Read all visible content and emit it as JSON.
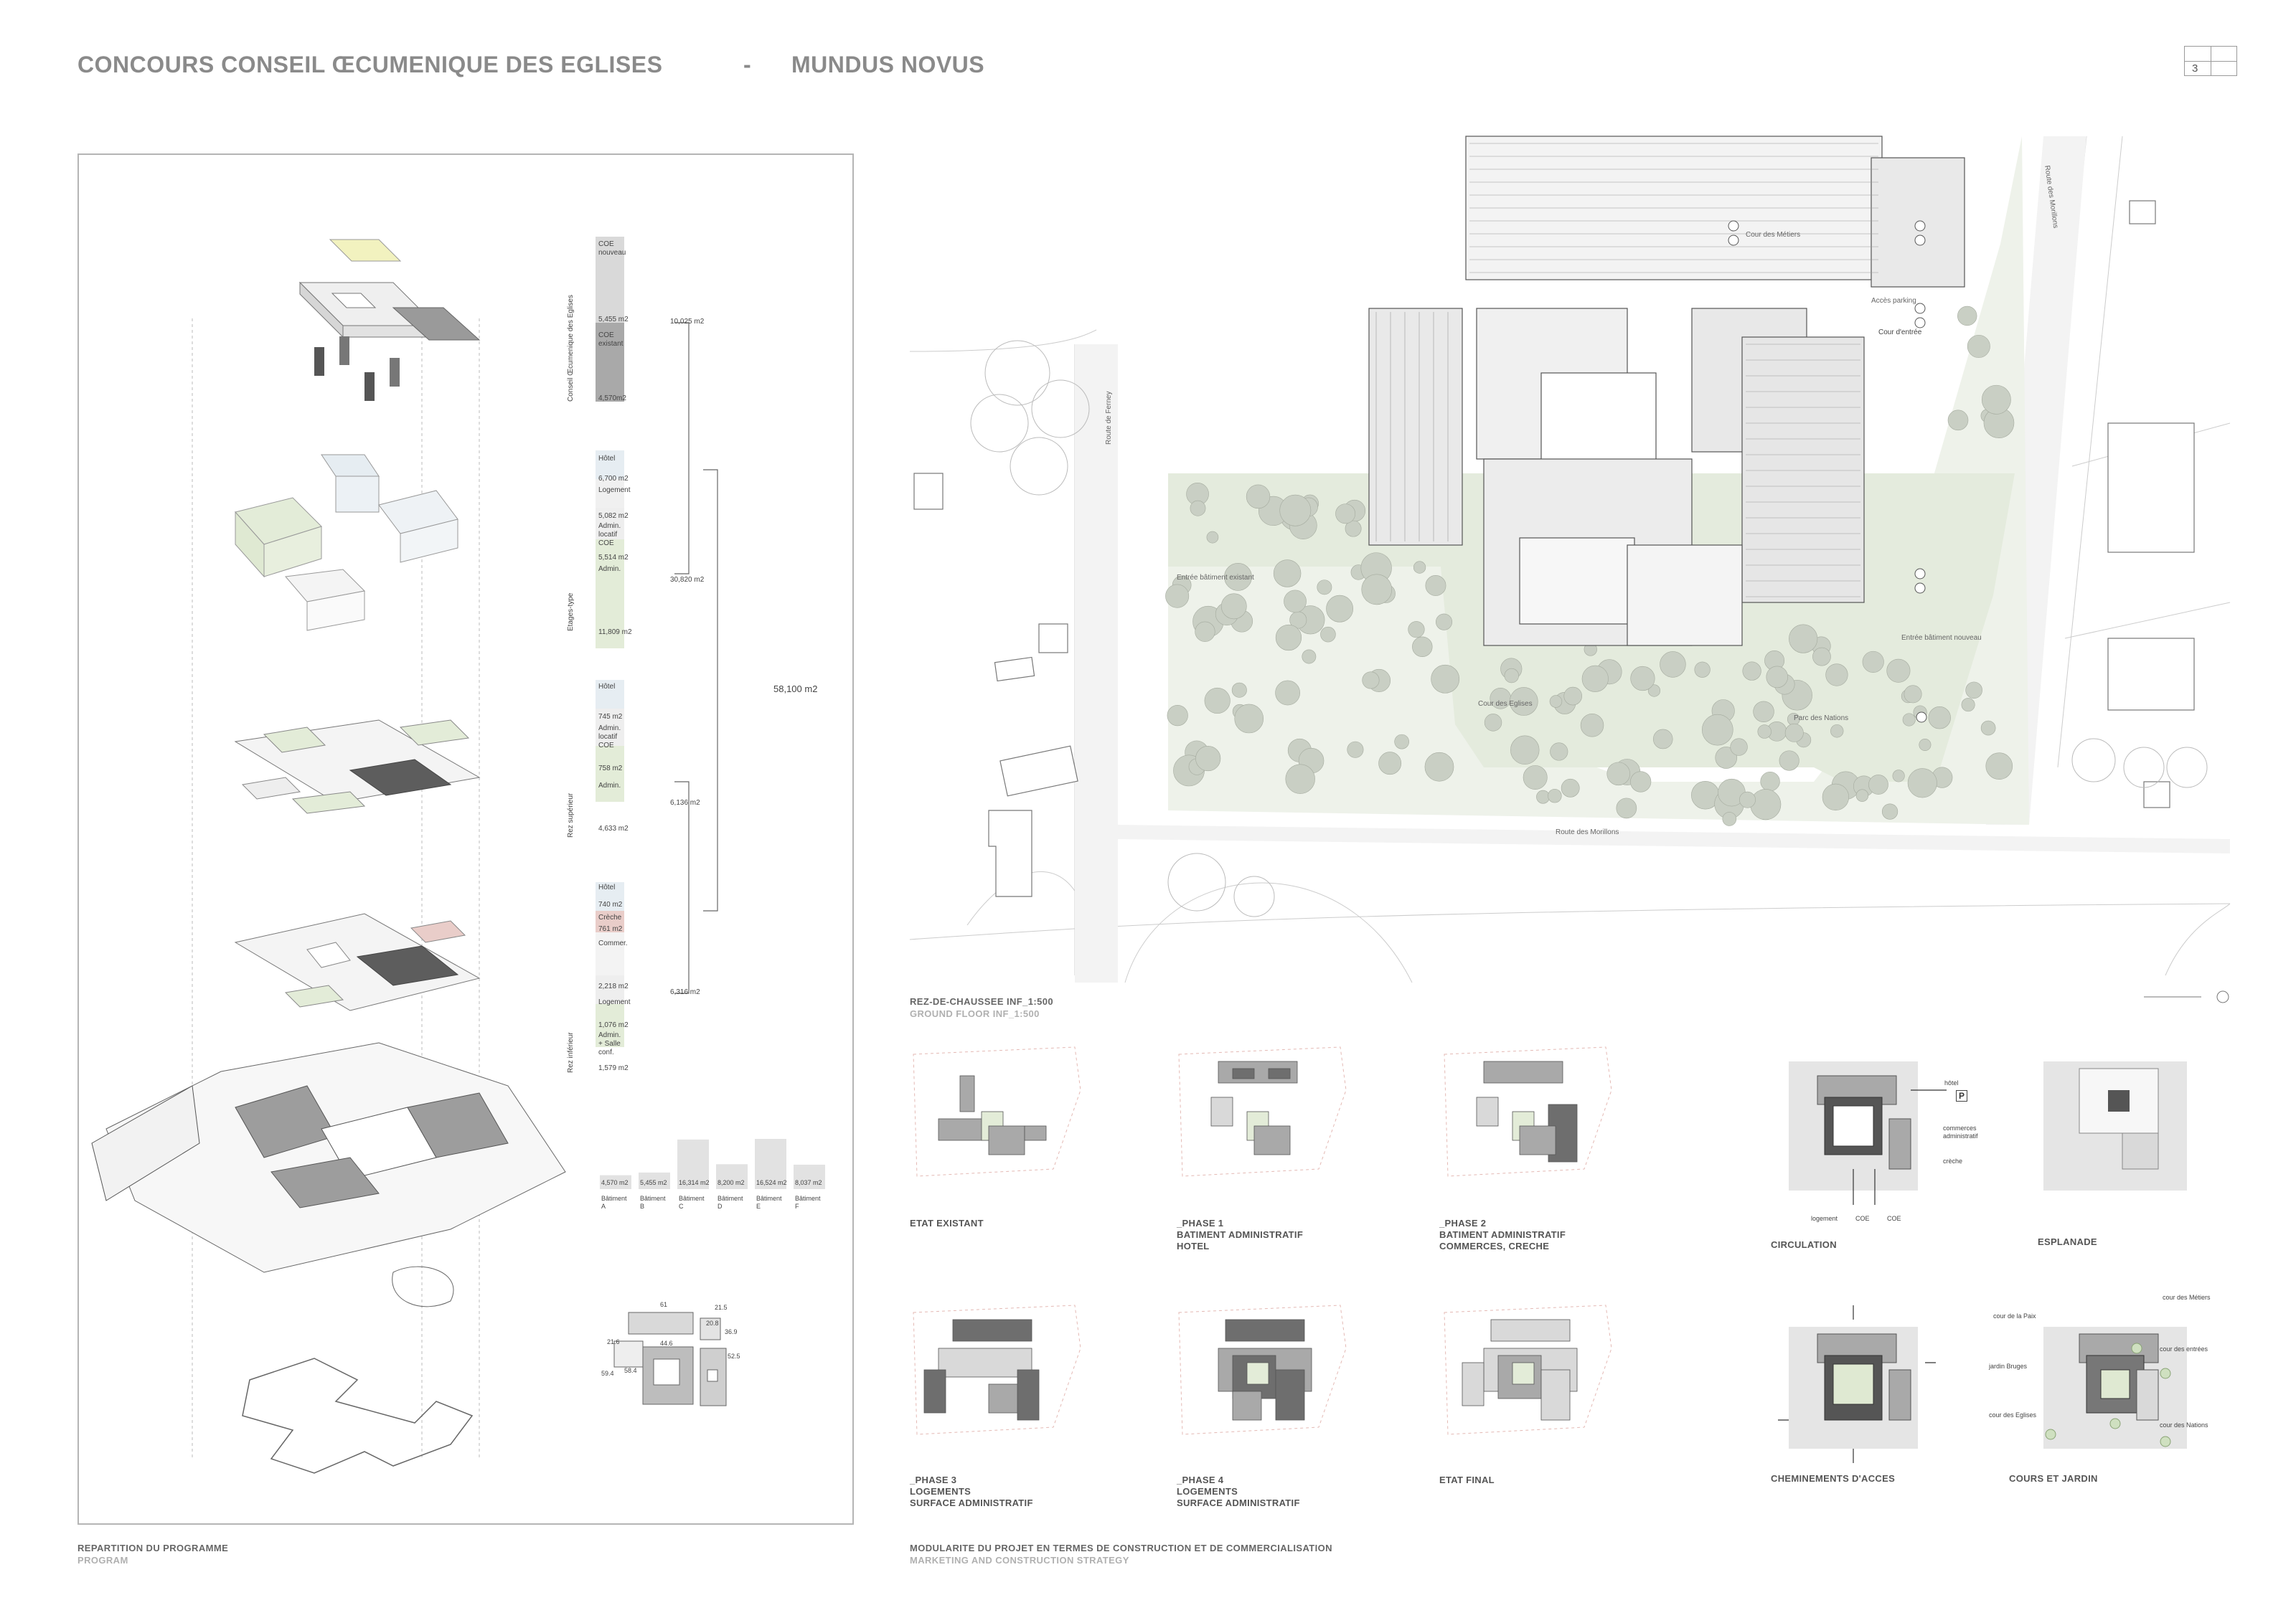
{
  "header": {
    "title_left": "CONCOURS CONSEIL ŒCUMENIQUE DES EGLISES",
    "separator": "-",
    "title_right": "MUNDUS NOVUS",
    "page_number": "3"
  },
  "program": {
    "stack_labels": {
      "coe": "Conseil Œcumenique des Eglises",
      "etages": "Etages-type",
      "rez_sup": "Rez supérieur",
      "rez_inf": "Rez inférieur"
    },
    "segments": {
      "s1": "COE\nnouveau",
      "s1v": "5,455 m2",
      "s2": "COE\nexistant",
      "s2v": "4,570m2",
      "s3": "Hôtel",
      "s3v": "6,700 m2",
      "s4": "Logement",
      "s4v": "5,082 m2",
      "s5": "Admin.\nlocatif\nCOE",
      "s5v": "5,514 m2",
      "s6": "Admin.",
      "s6v": "11,809 m2",
      "s7": "Hôtel",
      "s7v": "745 m2",
      "s8": "Admin.\nlocatif\nCOE",
      "s8v": "758 m2",
      "s9": "Admin.",
      "s9v": "4,633 m2",
      "s10": "Hôtel",
      "s10v": "740 m2",
      "s11": "Crèche",
      "s11v": "761 m2",
      "s12": "Commer.",
      "s12v": "2,218 m2",
      "s13": "Logement",
      "s13v": "1,076 m2",
      "s14": "Admin.\n+ Salle\nconf.",
      "s14v": "1,579 m2"
    },
    "totals": {
      "t1": "10,025 m2",
      "t2": "30,820 m2",
      "t3": "6,136 m2",
      "t4": "6,316 m2",
      "grand": "58,100 m2"
    },
    "bars": [
      {
        "value": "4,570 m2",
        "label": "Bâtiment\nA",
        "num": 4570
      },
      {
        "value": "5,455 m2",
        "label": "Bâtiment\nB",
        "num": 5455
      },
      {
        "value": "16,314 m2",
        "label": "Bâtiment\nC",
        "num": 16314
      },
      {
        "value": "8,200 m2",
        "label": "Bâtiment\nD",
        "num": 8200
      },
      {
        "value": "16,524 m2",
        "label": "Bâtiment\nE",
        "num": 16524
      },
      {
        "value": "8,037 m2",
        "label": "Bâtiment\nF",
        "num": 8037
      }
    ],
    "dims": {
      "d1": "61",
      "d2": "21.5",
      "d3": "44.6",
      "d4": "21.6",
      "d5": "58.4",
      "d6": "59.4",
      "d7": "36.9",
      "d8": "20.8",
      "d9": "52.5"
    },
    "caption_fr": "REPARTITION DU PROGRAMME",
    "caption_en": "PROGRAM"
  },
  "plan": {
    "caption_fr": "REZ-DE-CHAUSSEE INF_1:500",
    "caption_en": "GROUND FLOOR INF_1:500",
    "labels": {
      "cour_metiers": "Cour des Métiers",
      "acces_parking": "Accès parking",
      "cour_entree": "Cour d'entrée",
      "route_ferney": "Route de Ferney",
      "route_morillons": "Route des Morillons",
      "route_morillons2": "Route des Morillons",
      "entree_existant": "Entrée bâtiment existant",
      "cour_eglises": "Cour des Eglises",
      "parc_nations": "Parc des Nations",
      "entree_nouveau": "Entrée bâtiment nouveau"
    }
  },
  "diagrams": {
    "items": [
      {
        "label": "ETAT EXISTANT"
      },
      {
        "label": "_PHASE 1\nBATIMENT ADMINISTRATIF\nHOTEL"
      },
      {
        "label": "_PHASE 2\nBATIMENT ADMINISTRATIF\nCOMMERCES, CRECHE"
      },
      {
        "label": "_PHASE 3\nLOGEMENTS\nSURFACE ADMINISTRATIF"
      },
      {
        "label": "_PHASE 4\nLOGEMENTS\nSURFACE ADMINISTRATIF"
      },
      {
        "label": "ETAT FINAL"
      }
    ],
    "circulation": "CIRCULATION",
    "esplanade": "ESPLANADE",
    "cheminements": "CHEMINEMENTS D'ACCES",
    "cours_jardin": "COURS ET JARDIN",
    "circ_tags": {
      "hotel": "hôtel",
      "commerce": "commerces\nadministratif",
      "creche": "crèche",
      "logement": "logement",
      "coe": "COE",
      "coe2": "COE",
      "parking": "P"
    },
    "jardin_tags": {
      "j1": "cour de la Paix",
      "j2": "cour des Métiers",
      "j3": "cour des entrées",
      "j4": "jardin Bruges",
      "j5": "cour des Nations",
      "j6": "cour des Eglises"
    },
    "caption_fr": "MODULARITE DU PROJET EN TERMES DE CONSTRUCTION ET DE COMMERCIALISATION",
    "caption_en": "MARKETING AND CONSTRUCTION STRATEGY"
  },
  "colors": {
    "title": "#8a8a8a",
    "green": "#e3ecd8",
    "pink": "#e9cdc9",
    "grey_light": "#d9d9d9",
    "grey_mid": "#a9a9a9",
    "grey_dark": "#6e6e6e",
    "yellow": "#f2f2bf"
  }
}
